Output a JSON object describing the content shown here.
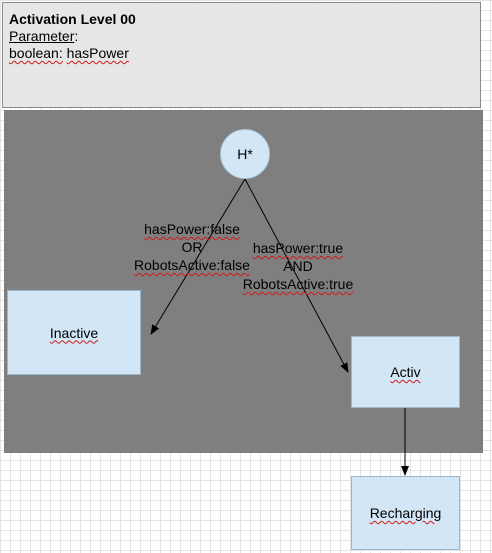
{
  "header": {
    "title": "Activation Level 00",
    "parameter_heading": "Parameter",
    "parameter_suffix": ":",
    "param_type": "boolean:",
    "param_name": "hasPower"
  },
  "states": {
    "initial": "H*",
    "inactive": "Inactive",
    "active": "Activ",
    "recharging": "Recharging"
  },
  "transitions": {
    "to_inactive": {
      "line1": "hasPower:false",
      "line2": "OR",
      "line3": "RobotsActive:false"
    },
    "to_active": {
      "line1": "hasPower:true",
      "line2": "AND",
      "line3": "RobotsActive:true"
    }
  },
  "colors": {
    "canvas": "#7f7f7f",
    "state_fill": "#d2e6f5",
    "header_fill": "#e6e6e6",
    "spellcheck_underline": "#d21a1a"
  }
}
